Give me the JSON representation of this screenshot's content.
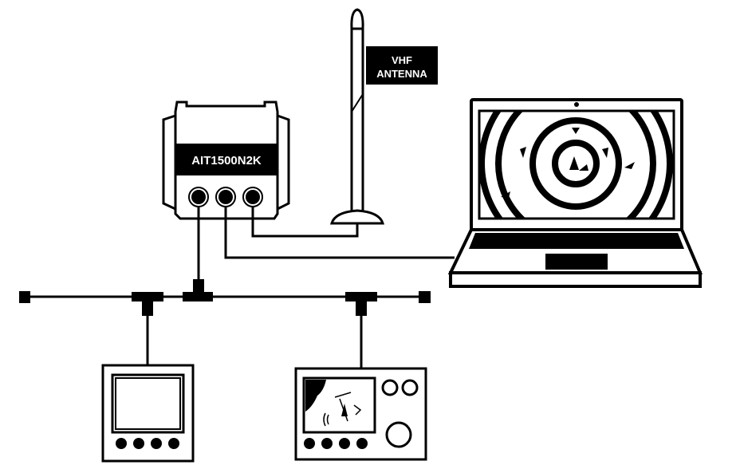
{
  "device": {
    "label": "AIT1500N2K"
  },
  "antenna": {
    "label_line1": "VHF",
    "label_line2": "ANTENNA"
  },
  "colors": {
    "ink": "#000000",
    "paper": "#ffffff"
  }
}
